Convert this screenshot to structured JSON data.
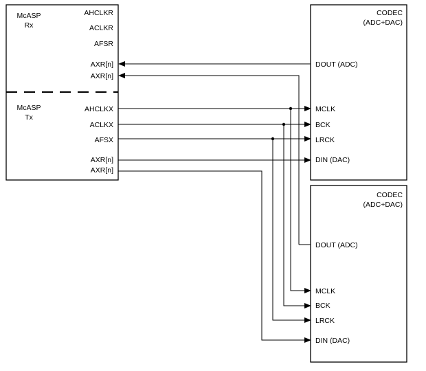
{
  "mcasp": {
    "rx_title_line1": "McASP",
    "rx_title_line2": "Rx",
    "tx_title_line1": "McASP",
    "tx_title_line2": "Tx",
    "rx_pins": [
      "AHCLKR",
      "ACLKR",
      "AFSR",
      "AXR[n]",
      "AXR[n]"
    ],
    "tx_pins": [
      "AHCLKX",
      "ACLKX",
      "AFSX",
      "AXR[n]",
      "AXR[n]"
    ]
  },
  "codec1": {
    "title_line1": "CODEC",
    "title_line2": "(ADC+DAC)",
    "pins": [
      "DOUT (ADC)",
      "MCLK",
      "BCK",
      "LRCK",
      "DIN (DAC)"
    ]
  },
  "codec2": {
    "title_line1": "CODEC",
    "title_line2": "(ADC+DAC)",
    "pins": [
      "DOUT (ADC)",
      "MCLK",
      "BCK",
      "LRCK",
      "DIN (DAC)"
    ]
  }
}
